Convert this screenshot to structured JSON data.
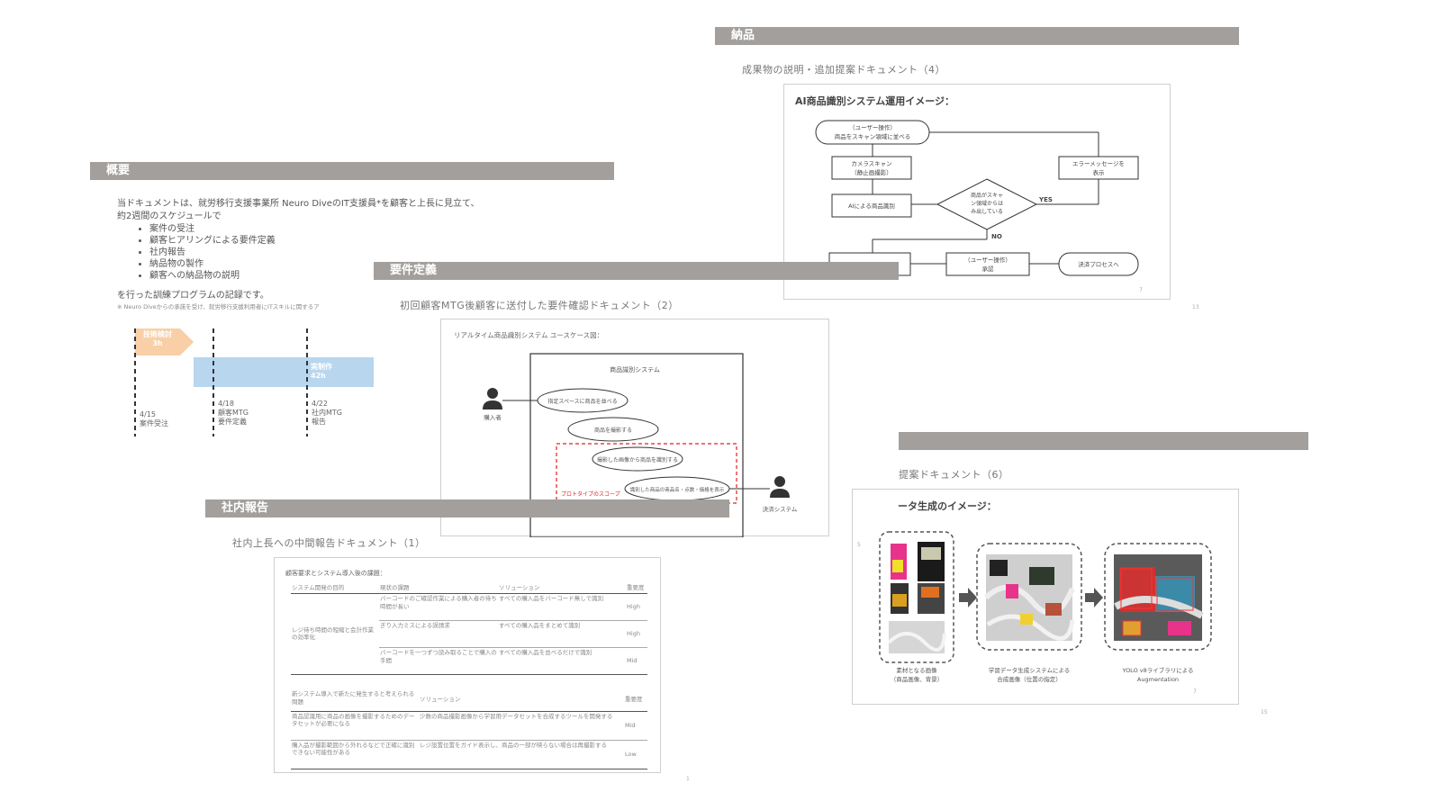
{
  "overview": {
    "header": "概要",
    "intro_line1": "当ドキュメントは、就労移行支援事業所 Neuro DiveのIT支援員*を顧客と上長に見立て、",
    "intro_line2": "約2週間のスケジュールで",
    "bullets": [
      "案件の受注",
      "顧客ヒアリングによる要件定義",
      "社内報告",
      "納品物の製作",
      "顧客への納品物の説明"
    ],
    "closing": "を行った訓練プログラムの記録です。",
    "footnote": "※ Neuro Diveからの承諾を受け、就労移行支援利用者にITスキルに関するア",
    "timeline": {
      "arrow_label1": "技術検討",
      "arrow_label2": "3h",
      "bar_label1": "実制作",
      "bar_label2": "42h",
      "events": [
        {
          "date": "4/15",
          "desc1": "案件受注",
          "desc2": ""
        },
        {
          "date": "4/18",
          "desc1": "顧客MTG",
          "desc2": "要件定義"
        },
        {
          "date": "4/22",
          "desc1": "社内MTG",
          "desc2": "報告"
        }
      ]
    }
  },
  "requirements": {
    "header": "要件定義",
    "subtitle": "初回顧客MTG後顧客に送付した要件確認ドキュメント（2）",
    "diagram_title": "リアルタイム商品識別システム ユースケース図：",
    "system_label": "商品識別システム",
    "actor_left": "購入者",
    "actor_right": "決済システム",
    "usecases": [
      "指定スペースに商品を並べる",
      "商品を撮影する",
      "撮影した画像から商品を識別する",
      "識別した商品の商品名・点数・価格を表示"
    ],
    "prototype_label": "プロトタイプのスコープ"
  },
  "report": {
    "header": "社内報告",
    "subtitle": "社内上長への中間報告ドキュメント（1）",
    "table_title": "顧客要求とシステム導入後の課題：",
    "headers1": [
      "システム開発の目的",
      "現状の課題",
      "ソリューション",
      "重要度"
    ],
    "rows1": [
      {
        "issue": "バーコードのご確認作業による購入者の待ち時間が長い",
        "solution": "すべての購入品をバーコード無しで識別",
        "priority": "High"
      },
      {
        "issue": "ぎり入力ミスによる誤請求",
        "solution": "すべての購入品をまとめて識別",
        "priority": "High"
      },
      {
        "issue": "バーコードを一つずつ読み取ることで購入の手間",
        "solution": "すべての購入品を並べるだけで識別",
        "priority": "Mid"
      }
    ],
    "purpose_text": "レジ待ち時間の短縮と会計作業の効率化",
    "headers2": [
      "新システム導入で新たに発生すると考えられる問題",
      "ソリューション",
      "重要度"
    ],
    "rows2": [
      {
        "issue": "商品認識用に商品の画像を撮影するためのデータセットが必要になる",
        "solution": "少数の商品撮影画像から学習用データセットを合成するツールを開発する",
        "priority": "Mid"
      },
      {
        "issue": "購入品が撮影範囲から外れるなどで正確に識別できない可能性がある",
        "solution": "レジ設置位置をガイド表示し、商品の一部が映らない場合は再撮影する",
        "priority": "Low"
      }
    ]
  },
  "delivery": {
    "header": "納品",
    "subtitle": "成果物の説明・追加提案ドキュメント（4）",
    "flow_title": "AI商品識別システム運用イメージ：",
    "nodes": {
      "start": "（ユーザー操作）",
      "start2": "商品をスキャン領域に並べる",
      "camera1": "カメラスキャン",
      "camera2": "（静止画撮影）",
      "ai": "AIによる商品識別",
      "decision1": "商品がスキャ",
      "decision2": "ン領域からは",
      "decision3": "み出している",
      "error1": "エラーメッセージを",
      "error2": "表示",
      "user1": "（ユーザー操作）",
      "user2": "承認",
      "pay": "決済プロセスへ"
    },
    "yes": "YES",
    "no": "NO"
  },
  "proposal": {
    "subtitle": "提案ドキュメント（6）",
    "image_title": "ータ生成のイメージ：",
    "caption1a": "素材となる画像",
    "caption1b": "（商品画像、背景）",
    "caption2a": "学習データ生成システムによる",
    "caption2b": "合成画像（位置の指定）",
    "caption3a": "YOLO v8ライブラリによる",
    "caption3b": "Augmentation"
  },
  "page_numbers": [
    "13",
    "7",
    "7",
    "15",
    "5",
    "1"
  ]
}
